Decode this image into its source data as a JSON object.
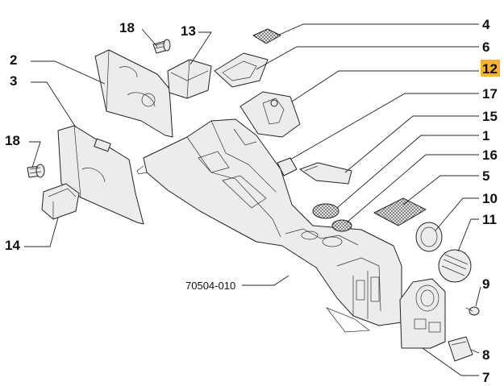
{
  "diagram": {
    "drawing_number": "70504-010",
    "highlight_color": "#f5b335",
    "part_fill": "#ececec",
    "part_shade": "#d4d4d4",
    "callouts": [
      {
        "id": "c2",
        "label": "2"
      },
      {
        "id": "c3",
        "label": "3"
      },
      {
        "id": "c18a",
        "label": "18"
      },
      {
        "id": "c13",
        "label": "13"
      },
      {
        "id": "c18b",
        "label": "18"
      },
      {
        "id": "c14",
        "label": "14"
      },
      {
        "id": "c4",
        "label": "4"
      },
      {
        "id": "c6",
        "label": "6"
      },
      {
        "id": "c12",
        "label": "12",
        "highlighted": true
      },
      {
        "id": "c17",
        "label": "17"
      },
      {
        "id": "c15",
        "label": "15"
      },
      {
        "id": "c1",
        "label": "1"
      },
      {
        "id": "c16",
        "label": "16"
      },
      {
        "id": "c5",
        "label": "5"
      },
      {
        "id": "c10",
        "label": "10"
      },
      {
        "id": "c11",
        "label": "11"
      },
      {
        "id": "c9",
        "label": "9"
      },
      {
        "id": "c8",
        "label": "8"
      },
      {
        "id": "c7",
        "label": "7"
      }
    ]
  }
}
